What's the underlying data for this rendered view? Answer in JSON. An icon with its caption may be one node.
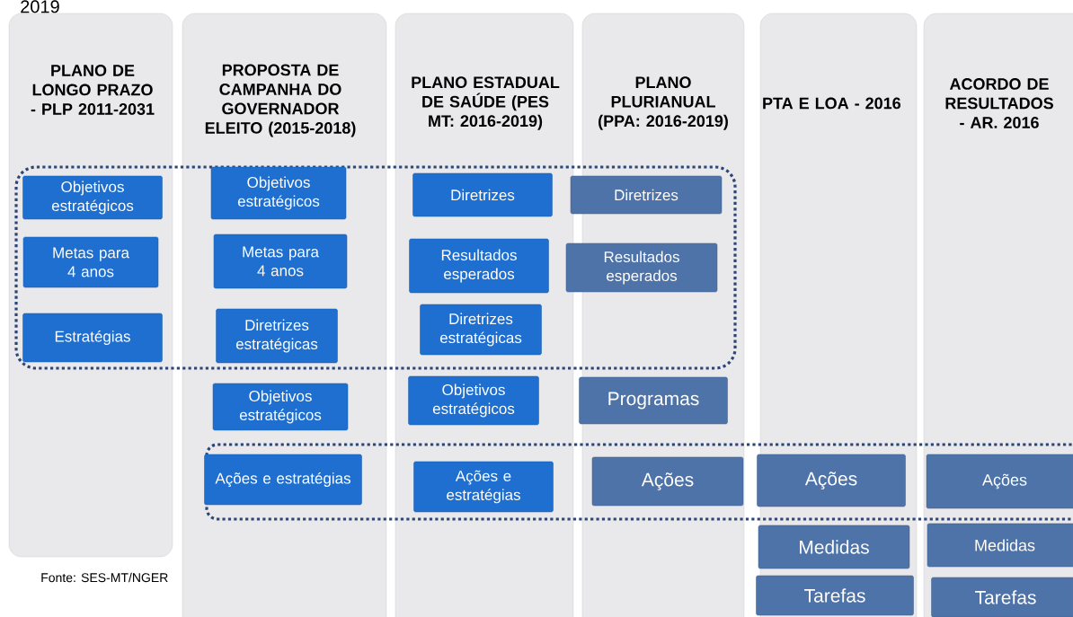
{
  "diagram": {
    "nodes": [
      {
        "text": [
          "PLANO DE LONGO PRAZO - PLP 2011-2031"
        ]
      },
      {
        "text": [
          "Objetivos estratégicos"
        ],
        "in": 0
      },
      {
        "text": [
          "Metas para 4 anos"
        ],
        "in": 0
      },
      {
        "text": [
          "Estratégias"
        ],
        "in": 0
      },
      {
        "text": [
          "PROPOSTA DE CAMPANHA DO GOVERNADOR ELEITO (2015-2018)"
        ]
      },
      {
        "text": [
          "Objetivos estratégicos"
        ],
        "in": 4
      },
      {
        "text": [
          "Metas para 4 anos"
        ],
        "in": 4
      },
      {
        "text": [
          "Diretrizes estratégicas"
        ],
        "in": 4
      },
      {
        "text": [
          "Objetivos estratégicos"
        ],
        "in": 4
      },
      {
        "text": [
          "Ações e estratégias"
        ],
        "in": 4
      },
      {
        "text": [
          "PLANO ESTADUAL DE SAÚDE (PES MT: 2016-2019)"
        ]
      },
      {
        "text": [
          "Diretrizes"
        ],
        "in": 10
      },
      {
        "text": [
          "Resultados esperados"
        ],
        "in": 10
      },
      {
        "text": [
          "Diretrizes estratégicas"
        ],
        "in": 10
      },
      {
        "text": [
          "Objetivos estratégicos"
        ],
        "in": 10
      },
      {
        "text": [
          "Ações e estratégias"
        ],
        "in": 10
      },
      {
        "text": [
          "PLANO PLURIANUAL (PPA: 2016-2019)"
        ]
      },
      {
        "text": [
          "Diretrizes"
        ],
        "in": 16
      },
      {
        "text": [
          "Resultados esperados"
        ],
        "in": 16
      },
      {
        "text": [
          "Programas"
        ],
        "in": 16
      },
      {
        "text": [
          "Ações"
        ],
        "in": 16
      },
      {
        "text": [
          "PTA E LOA - 2016"
        ]
      },
      {
        "text": [
          "Ações"
        ],
        "in": 21
      },
      {
        "text": [
          "Medidas"
        ],
        "in": 21
      },
      {
        "text": [
          "Tarefas"
        ],
        "in": 21
      },
      {
        "text": [
          "ACORDO DE RESULTADOS - AR. 2016"
        ]
      },
      {
        "text": [
          "Ações"
        ],
        "in": 25
      },
      {
        "text": [
          "Medidas"
        ],
        "in": 25
      },
      {
        "text": [
          "Tarefas"
        ],
        "in": 25
      }
    ],
    "labels": [
      "2019",
      "Fonte: SES-MT/NGER"
    ]
  }
}
